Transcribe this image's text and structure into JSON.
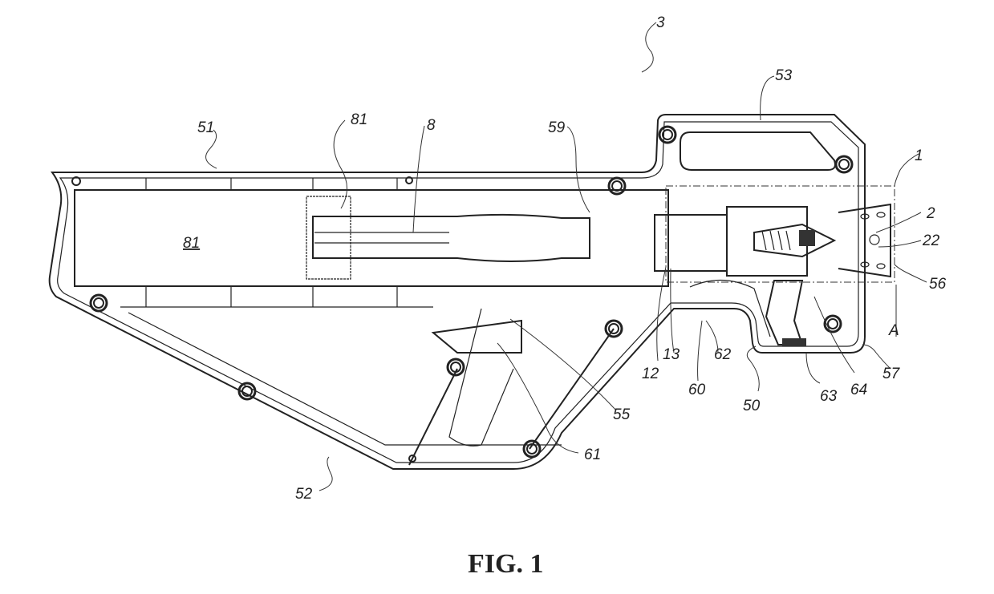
{
  "figure": {
    "caption": "FIG. 1",
    "subject": "patent drawing of a handheld device housing (side cross-section)"
  },
  "labels": [
    {
      "id": "3",
      "text": "3"
    },
    {
      "id": "53",
      "text": "53"
    },
    {
      "id": "51",
      "text": "51"
    },
    {
      "id": "81a",
      "text": "81"
    },
    {
      "id": "8",
      "text": "8"
    },
    {
      "id": "59",
      "text": "59"
    },
    {
      "id": "1",
      "text": "1"
    },
    {
      "id": "2",
      "text": "2"
    },
    {
      "id": "22",
      "text": "22"
    },
    {
      "id": "56",
      "text": "56"
    },
    {
      "id": "A",
      "text": "A"
    },
    {
      "id": "57",
      "text": "57"
    },
    {
      "id": "64",
      "text": "64"
    },
    {
      "id": "63",
      "text": "63"
    },
    {
      "id": "50",
      "text": "50"
    },
    {
      "id": "60",
      "text": "60"
    },
    {
      "id": "62",
      "text": "62"
    },
    {
      "id": "13",
      "text": "13"
    },
    {
      "id": "12",
      "text": "12"
    },
    {
      "id": "55",
      "text": "55"
    },
    {
      "id": "61",
      "text": "61"
    },
    {
      "id": "52",
      "text": "52"
    },
    {
      "id": "81b",
      "text": "81"
    }
  ]
}
